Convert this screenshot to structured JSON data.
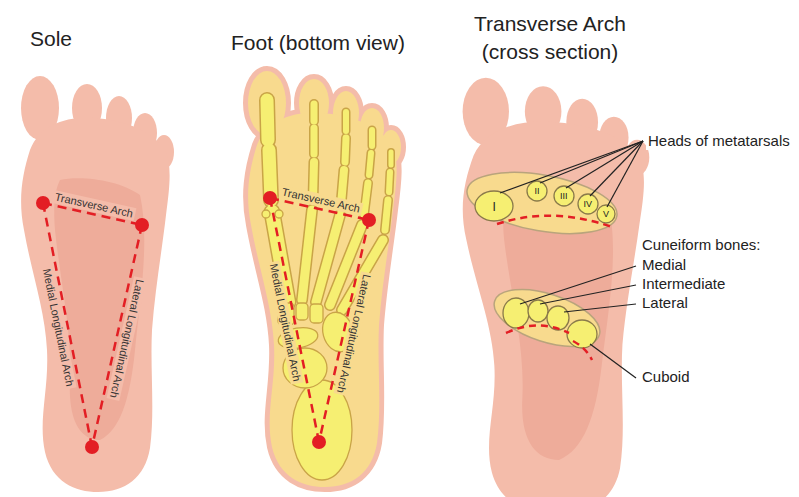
{
  "diagram": {
    "labels": [
      "Sole",
      "Foot (bottom view)",
      "Transverse Arch (cross section)",
      "Transverse Arch",
      "Medial Longitudinal Arch",
      "Lateral Longitudinal Arch",
      "Transverse Arch",
      "Medial Longitudinal Arch",
      "Lateral Longitudinal Arch",
      "Heads of metatarsals",
      "I",
      "II",
      "III",
      "IV",
      "V",
      "Cuneiform bones:",
      "Medial",
      "Intermediate",
      "Lateral",
      "Cuboid"
    ]
  }
}
